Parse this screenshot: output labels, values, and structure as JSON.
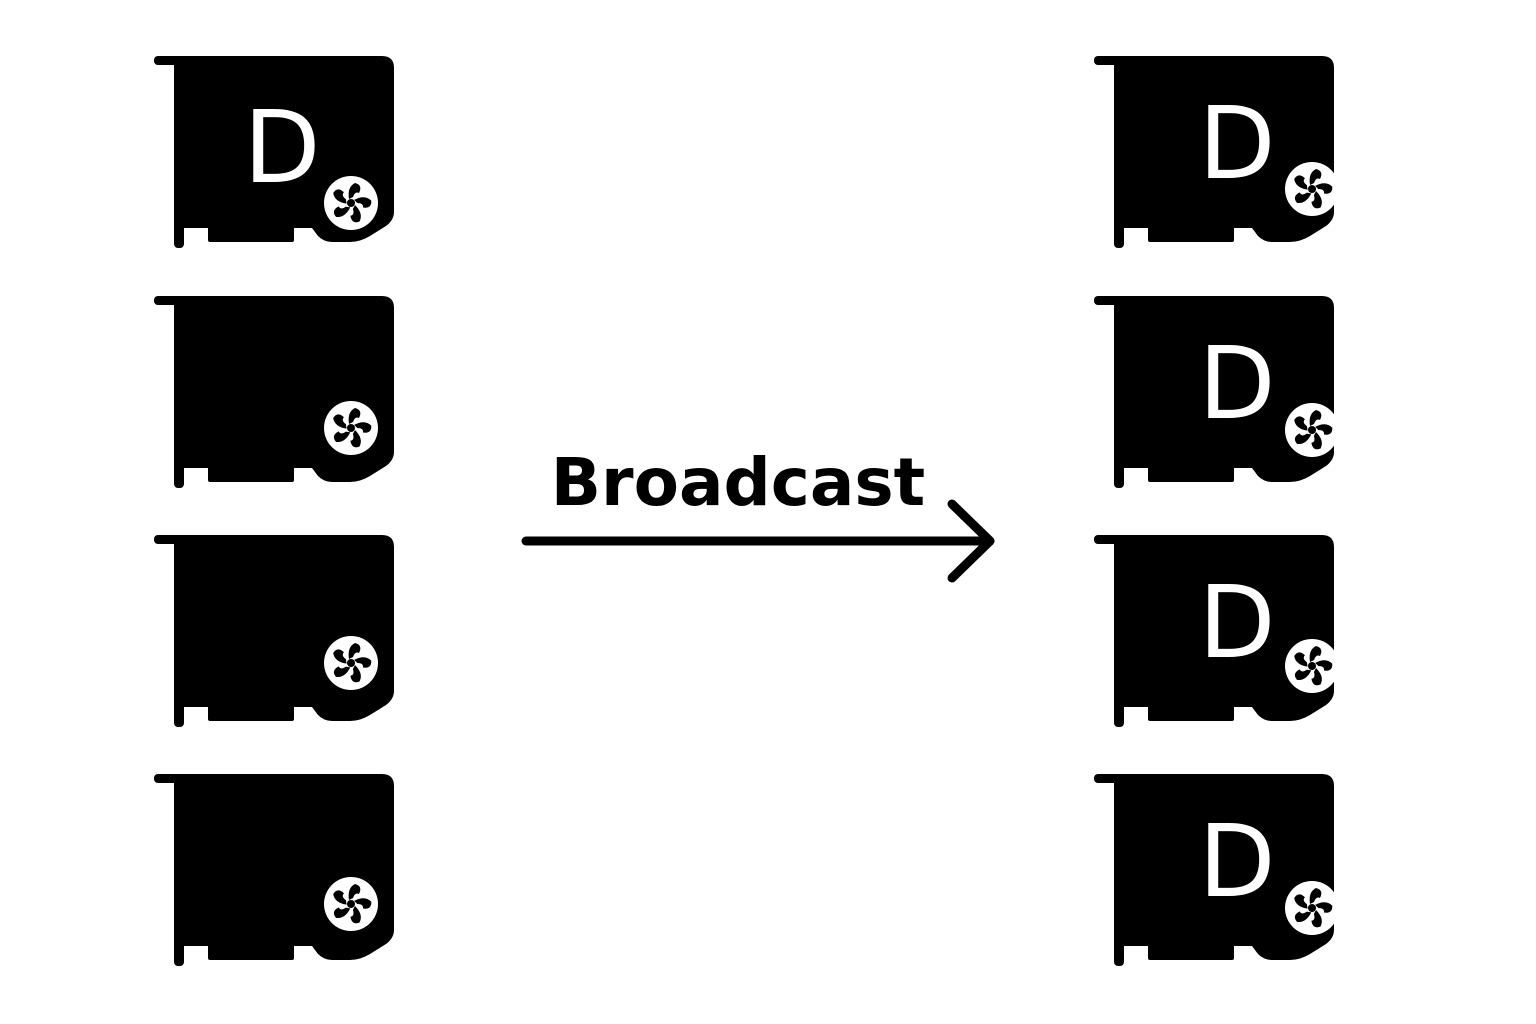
{
  "diagram": {
    "arrow_label": "Broadcast",
    "colors": {
      "card": "#000000",
      "background": "#ffffff",
      "label": "#ffffff"
    },
    "source_gpus": [
      {
        "label": "D",
        "has_data": true,
        "fan_icon": "fan-icon"
      },
      {
        "label": "",
        "has_data": false,
        "fan_icon": "fan-icon"
      },
      {
        "label": "",
        "has_data": false,
        "fan_icon": "fan-icon"
      },
      {
        "label": "",
        "has_data": false,
        "fan_icon": "fan-icon"
      }
    ],
    "destination_gpus": [
      {
        "label": "D",
        "has_data": true,
        "fan_icon": "fan-icon"
      },
      {
        "label": "D",
        "has_data": true,
        "fan_icon": "fan-icon"
      },
      {
        "label": "D",
        "has_data": true,
        "fan_icon": "fan-icon"
      },
      {
        "label": "D",
        "has_data": true,
        "fan_icon": "fan-icon"
      }
    ],
    "arrow_icon": "right-arrow-icon"
  }
}
